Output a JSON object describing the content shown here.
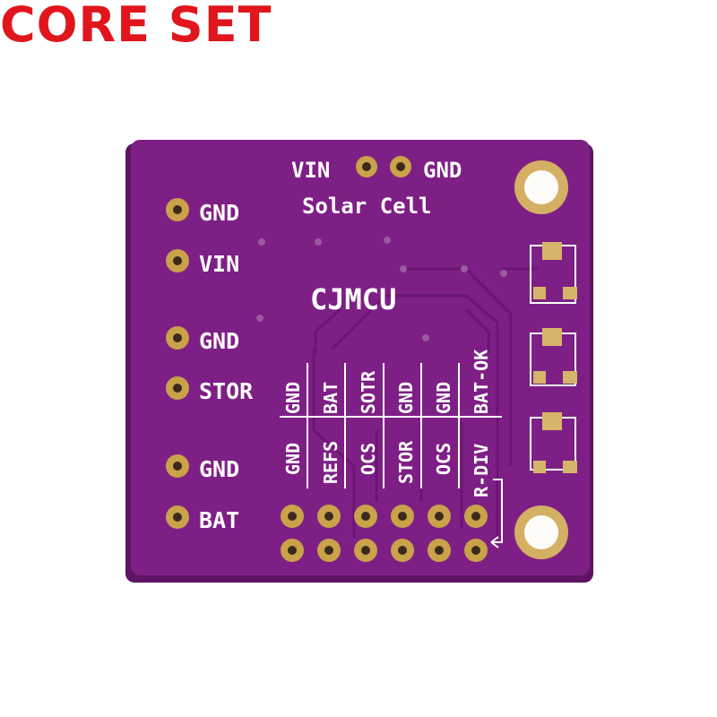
{
  "brand": {
    "title": "CORE SET",
    "color": "#e0161c"
  },
  "board": {
    "color": "#7e1f86",
    "pad_color": "#c9a24a",
    "top_header": {
      "vin": "VIN",
      "gnd": "GND",
      "label": "Solar Cell"
    },
    "left_pins": [
      "GND",
      "VIN",
      "GND",
      "STOR",
      "GND",
      "BAT"
    ],
    "logo": "CJMCU",
    "upper_row_labels": [
      "GND",
      "BAT",
      "SOTR",
      "GND",
      "GND",
      "BAT-OK"
    ],
    "lower_row_labels": [
      "GND",
      "REFS",
      "OCS",
      "STOR",
      "OCS",
      "R-DIV"
    ]
  }
}
